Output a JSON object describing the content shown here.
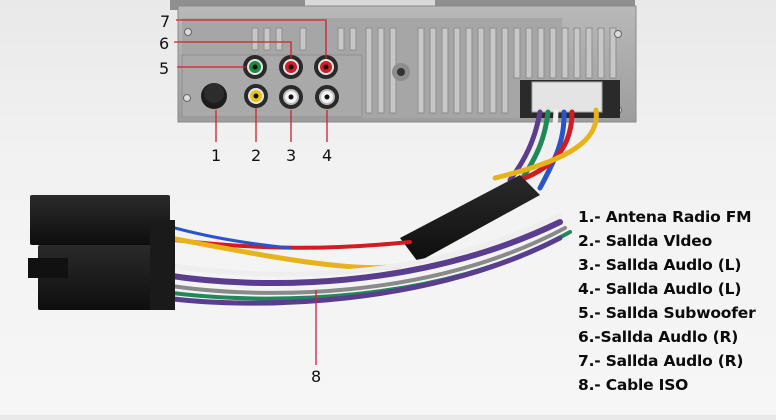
{
  "image": {
    "description": "Car radio rear panel with RCA outputs and ISO wiring harness",
    "callouts": [
      {
        "number": "1",
        "target": "antenna-jack"
      },
      {
        "number": "2",
        "target": "rca-yellow"
      },
      {
        "number": "3",
        "target": "rca-white-left"
      },
      {
        "number": "4",
        "target": "rca-white-right"
      },
      {
        "number": "5",
        "target": "rca-green"
      },
      {
        "number": "6",
        "target": "rca-red-left"
      },
      {
        "number": "7",
        "target": "rca-red-right"
      },
      {
        "number": "8",
        "target": "iso-cable"
      }
    ],
    "connector_colors": {
      "yellow": "#e8c21a",
      "white": "#f2f2f2",
      "green": "#1e8a3c",
      "red": "#d01c22",
      "callout_line": "#d1202a"
    }
  },
  "legend": {
    "items": [
      "1.- Antena Radio FM",
      "2.- Sallda Vldeo",
      "3.- Sallda Audlo (L)",
      "4.- Sallda Audlo (L)",
      "5.- Sallda Subwoofer",
      "6.-Sallda Audlo (R)",
      "7.- Sallda Audlo (R)",
      "8.- Cable ISO"
    ]
  }
}
